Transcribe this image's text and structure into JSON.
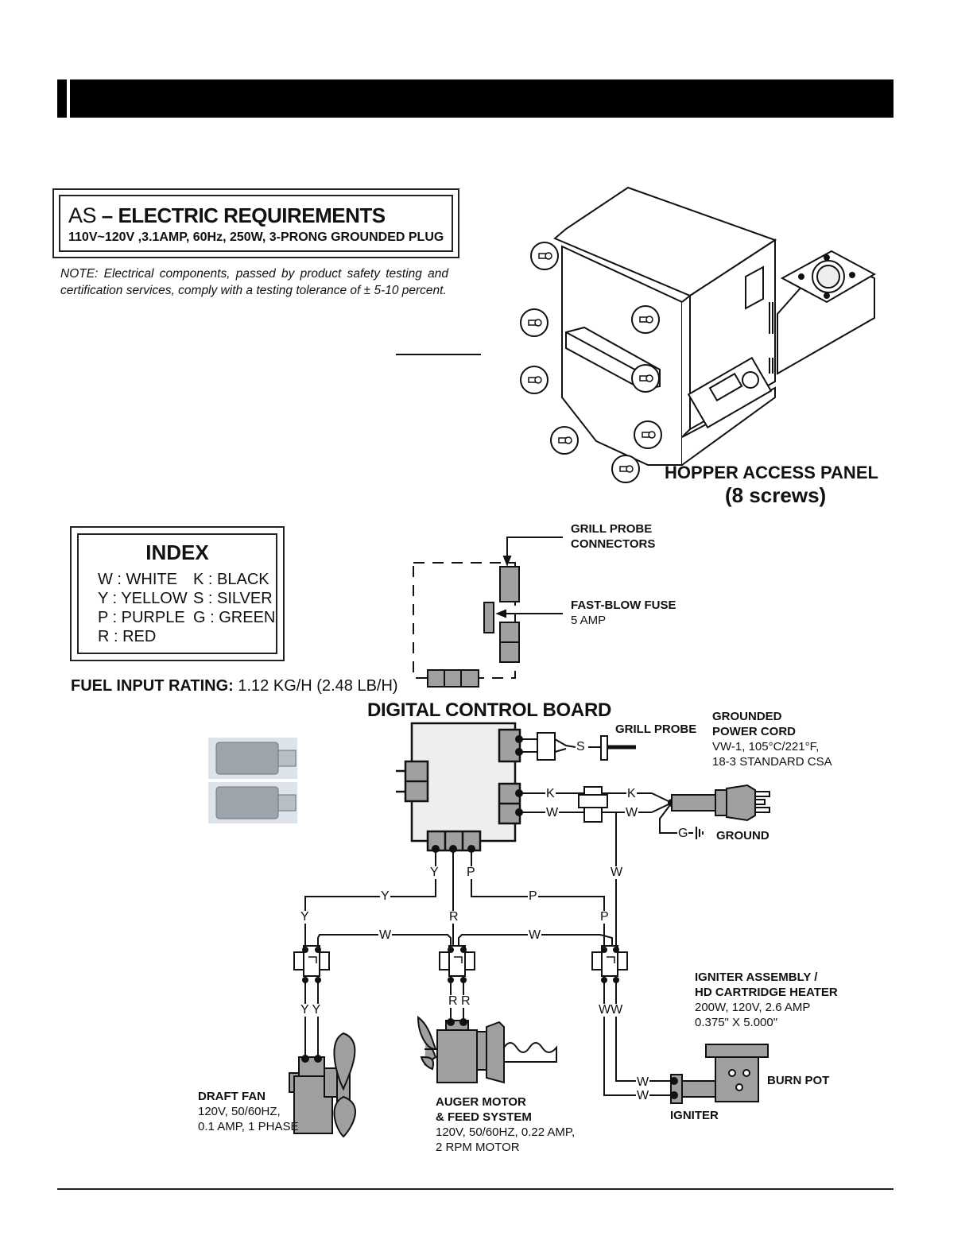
{
  "requirements": {
    "prefix": "AS",
    "title": "ELECTRIC REQUIREMENTS",
    "specs": "110V~120V ,3.1AMP, 60Hz, 250W, 3-PRONG GROUNDED PLUG",
    "note": "NOTE: Electrical components, passed by product safety testing and certification services, comply with a testing tolerance of ± 5-10 percent."
  },
  "hopper": {
    "label": "HOPPER ACCESS PANEL",
    "screws": "(8 screws)"
  },
  "index": {
    "title": "INDEX",
    "entries": [
      "W : WHITE",
      "Y : YELLOW",
      "P : PURPLE",
      "R : RED",
      "K : BLACK",
      "S : SILVER",
      "G : GREEN"
    ]
  },
  "fuel": {
    "label": "FUEL INPUT RATING:",
    "value": "1.12 KG/H (2.48 LB/H)"
  },
  "diagram": {
    "board_title": "DIGITAL CONTROL BOARD",
    "grill_probe_connectors": [
      "GRILL PROBE",
      "CONNECTORS"
    ],
    "fuse": {
      "title": "FAST-BLOW FUSE",
      "spec": "5 AMP"
    },
    "grill_probe": "GRILL PROBE",
    "power_cord": {
      "title": [
        "GROUNDED",
        "POWER CORD"
      ],
      "spec": [
        "VW-1, 105°C/221°F,",
        "18-3 STANDARD CSA"
      ]
    },
    "ground": "GROUND",
    "igniter_assembly": {
      "title": [
        "IGNITER ASSEMBLY /",
        "HD CARTRIDGE HEATER"
      ],
      "spec": [
        "200W, 120V, 2.6 AMP",
        "0.375\" X 5.000\""
      ]
    },
    "burn_pot": "BURN POT",
    "igniter": "IGNITER",
    "draft_fan": {
      "title": "DRAFT FAN",
      "spec": [
        "120V, 50/60HZ,",
        "0.1 AMP, 1 PHASE"
      ]
    },
    "auger": {
      "title": [
        "AUGER MOTOR",
        "& FEED SYSTEM"
      ],
      "spec": [
        "120V, 50/60HZ, 0.22 AMP,",
        "2 RPM MOTOR"
      ]
    },
    "wire_letters": {
      "s": "S",
      "k": "K",
      "w": "W",
      "g": "G",
      "y": "Y",
      "p": "P",
      "r": "R",
      "yy": "Y Y",
      "rr": "R R",
      "ww": "WW"
    }
  },
  "colors": {
    "board_fill": "#eeeeee",
    "component_fill": "#a0a0a0",
    "relay_fill": "#9ea4ab",
    "line": "#111111"
  }
}
